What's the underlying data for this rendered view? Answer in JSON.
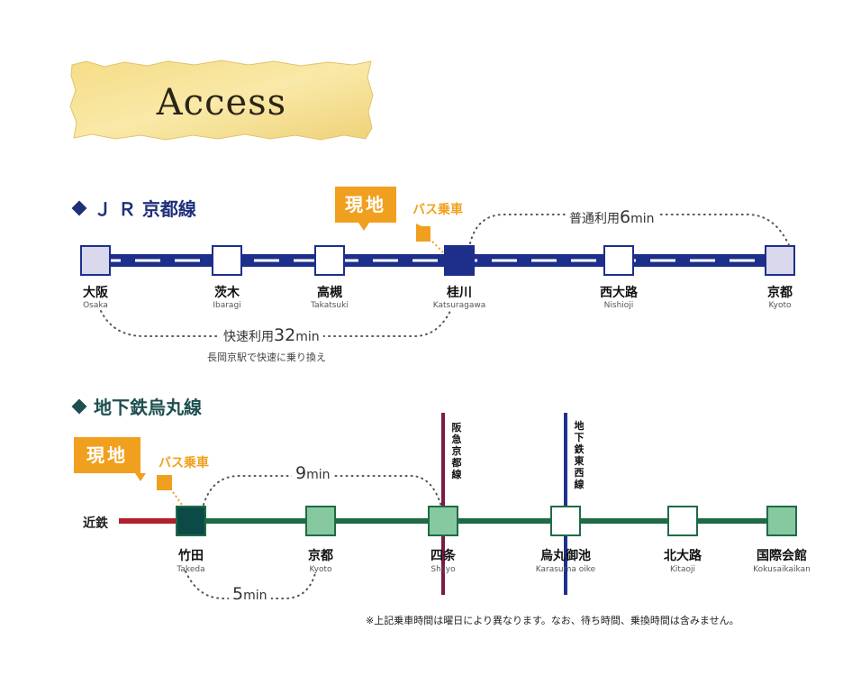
{
  "title": "Access",
  "jr": {
    "heading": "Ｊ Ｒ 京都線",
    "genchi": "現地",
    "bus": "バス乗車",
    "stations": [
      {
        "name": "大阪",
        "roman": "Osaka"
      },
      {
        "name": "茨木",
        "roman": "Ibaragi"
      },
      {
        "name": "高槻",
        "roman": "Takatsuki"
      },
      {
        "name": "桂川",
        "roman": "Katsuragawa"
      },
      {
        "name": "西大路",
        "roman": "Nishioji"
      },
      {
        "name": "京都",
        "roman": "Kyoto"
      }
    ],
    "time_right_prefix": "普通利用",
    "time_right_num": "6",
    "time_right_unit": "min",
    "time_left_prefix": "快速利用",
    "time_left_num": "32",
    "time_left_unit": "min",
    "transfer_note": "長岡京駅で快速に乗り換え"
  },
  "subway": {
    "heading": "地下鉄烏丸線",
    "genchi": "現地",
    "bus": "バス乗車",
    "kintetsu": "近鉄",
    "hankyu": "阪急京都線",
    "tozai": "地下鉄東西線",
    "stations": [
      {
        "name": "竹田",
        "roman": "Takeda"
      },
      {
        "name": "京都",
        "roman": "Kyoto"
      },
      {
        "name": "四条",
        "roman": "Shijyo"
      },
      {
        "name": "烏丸御池",
        "roman": "Karasuma oike"
      },
      {
        "name": "北大路",
        "roman": "Kitaoji"
      },
      {
        "name": "国際会館",
        "roman": "Kokusaikaikan"
      }
    ],
    "time_top_num": "9",
    "time_top_unit": "min",
    "time_bottom_num": "5",
    "time_bottom_unit": "min"
  },
  "note": "※上記乗車時間は曜日により異なります。なお、待ち時間、乗換時間は含みません。",
  "colors": {
    "jr_line": "#1d2f8a",
    "jr_station_fill": "#d9d8ec",
    "subway_line": "#1f6b45",
    "subway_station_fill": "#86c9a0",
    "subway_current": "#0c4a48",
    "kintetsu": "#b0202e",
    "hankyu": "#7a1a48",
    "tozai": "#1e3190",
    "accent": "#f0a01e"
  }
}
